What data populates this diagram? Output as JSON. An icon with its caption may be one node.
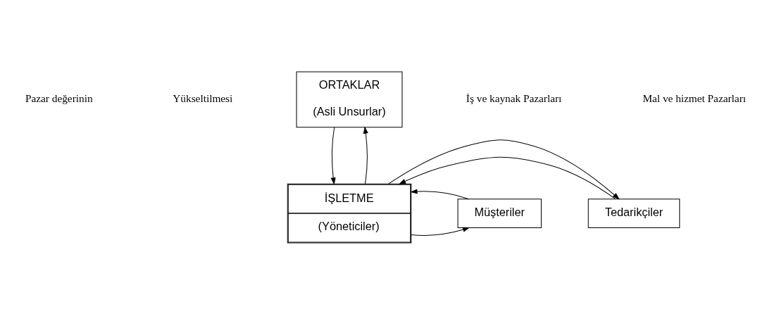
{
  "diagram": {
    "nodes": [
      {
        "text": [
          "ORTAKLAR",
          "(Asli Unsurlar)"
        ]
      },
      {
        "text": [
          "İŞLETME",
          "(Yöneticiler)"
        ]
      },
      {
        "text": [
          "Tedarikçiler"
        ]
      },
      {
        "text": [
          "Müşteriler"
        ]
      }
    ],
    "edges": [
      {
        "from": 0,
        "to": 1,
        "arrow": "to"
      },
      {
        "from": 1,
        "to": 0,
        "arrow": "to"
      },
      {
        "from": 2,
        "to": 1,
        "arrow": "to"
      },
      {
        "from": 1,
        "to": 2,
        "arrow": "to"
      },
      {
        "from": 1,
        "to": 3,
        "arrow": "to"
      },
      {
        "from": 3,
        "to": 1,
        "arrow": "to"
      }
    ],
    "labels": [
      "Pazar değerinin",
      "Yükseltilmesi",
      "İş ve kaynak Pazarları",
      "Mal ve hizmet Pazarları"
    ]
  }
}
